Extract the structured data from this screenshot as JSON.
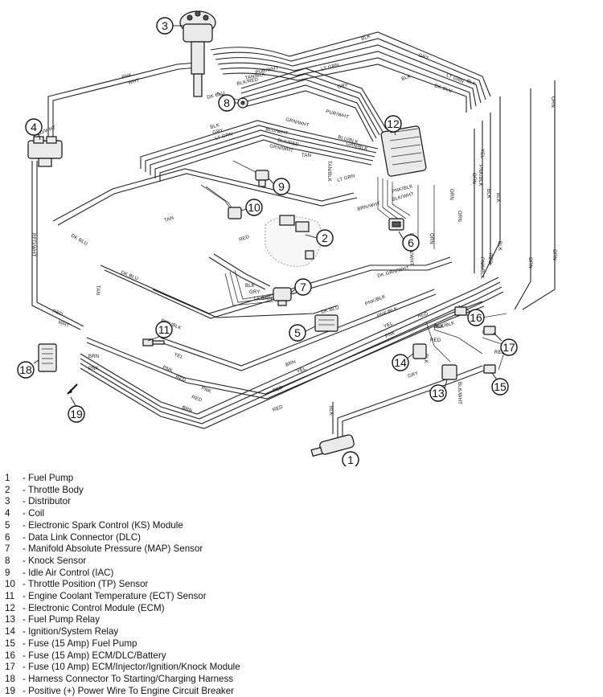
{
  "callouts": [
    "1",
    "2",
    "3",
    "4",
    "5",
    "6",
    "7",
    "8",
    "9",
    "10",
    "11",
    "12",
    "13",
    "14",
    "15",
    "16",
    "17",
    "18",
    "19"
  ],
  "wire_labels": {
    "blk": "BLK",
    "gry": "GRY",
    "lt_grn": "LT GRN",
    "pur_wht": "PUR/WHT",
    "tan_blk": "TAN/BLK",
    "blk_red": "BLK/RED",
    "pnk": "PNK",
    "wht": "WHT",
    "dk_blu": "DK BLU",
    "tan": "TAN",
    "yel": "YEL",
    "red": "RED",
    "orn": "ORN",
    "brn": "BRN",
    "red_wht": "RED/WHT",
    "pnk_blk": "PNK/BLK",
    "blu_wht": "BLU/WHT",
    "grn_wht": "GRN/WHT",
    "blu_blk": "BLU/BLK",
    "grn_blk": "GRN/BLK",
    "dk_grn_wht": "DK GRN/WHT",
    "brn_wht": "BRN/WHT",
    "blk_wht": "BLK/WHT"
  },
  "legend": [
    {
      "num": "1",
      "sep": "-",
      "text": "Fuel Pump"
    },
    {
      "num": "2",
      "sep": "-",
      "text": "Throttle Body"
    },
    {
      "num": "3",
      "sep": "-",
      "text": "Distributor"
    },
    {
      "num": "4",
      "sep": "-",
      "text": "Coil"
    },
    {
      "num": "5",
      "sep": "-",
      "text": "Electronic Spark Control (KS) Module"
    },
    {
      "num": "6",
      "sep": "-",
      "text": "Data Link Connector (DLC)"
    },
    {
      "num": "7",
      "sep": "-",
      "text": "Manifold Absolute Pressure (MAP) Sensor"
    },
    {
      "num": "8",
      "sep": "-",
      "text": "Knock Sensor"
    },
    {
      "num": "9",
      "sep": "-",
      "text": "Idle Air Control (IAC)"
    },
    {
      "num": "10",
      "sep": "-",
      "text": "Throttle Position (TP) Sensor"
    },
    {
      "num": "11",
      "sep": "-",
      "text": "Engine Coolant Temperature (ECT) Sensor"
    },
    {
      "num": "12",
      "sep": "-",
      "text": "Electronic Control Module (ECM)"
    },
    {
      "num": "13",
      "sep": "-",
      "text": "Fuel Pump Relay"
    },
    {
      "num": "14",
      "sep": "-",
      "text": "Ignition/System Relay"
    },
    {
      "num": "15",
      "sep": "-",
      "text": "Fuse (15 Amp) Fuel Pump"
    },
    {
      "num": "16",
      "sep": "-",
      "text": "Fuse (15 Amp) ECM/DLC/Battery"
    },
    {
      "num": "17",
      "sep": "-",
      "text": "Fuse (10 Amp) ECM/Injector/Ignition/Knock Module"
    },
    {
      "num": "18",
      "sep": "-",
      "text": "Harness Connector To Starting/Charging Harness"
    },
    {
      "num": "19",
      "sep": "-",
      "text": "Positive (+) Power Wire To Engine Circuit Breaker"
    }
  ]
}
